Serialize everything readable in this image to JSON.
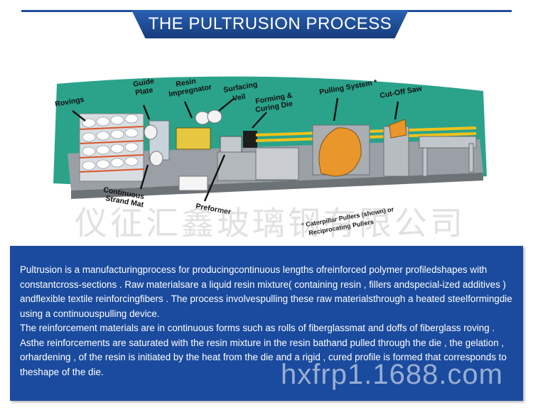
{
  "header": {
    "title": "THE PULTRUSION PROCESS",
    "accent_color": "#1f4e9a"
  },
  "diagram": {
    "labels": {
      "rovings": "Rovings",
      "guide_plate_1": "Guide",
      "guide_plate_2": "Plate",
      "resin_impregnator_1": "Resin",
      "resin_impregnator_2": "Impregnator",
      "surfacing_veil_1": "Surfacing",
      "surfacing_veil_2": "Veil",
      "forming_die_1": "Forming &",
      "forming_die_2": "Curing Die",
      "pulling_system": "Pulling System *",
      "cut_off_saw": "Cut-Off Saw",
      "strand_mat_1": "Continuous",
      "strand_mat_2": "Strand Mat",
      "preformer": "Preformer",
      "footnote_1": "* Caterpillar Pullers (shown) or",
      "footnote_2": "Reciprocating Pullers"
    },
    "colors": {
      "background": "#2aa38a",
      "base": "#8f9499",
      "rails": "#f1c21b",
      "puller": "#e9962a"
    }
  },
  "watermark": {
    "chinese": "仪征汇鑫玻璃钢有限公司",
    "url": "hxfrp1.1688.com"
  },
  "description": {
    "paragraph_1": "Pultrusion is a manufacturingprocess for producingcontinuous lengths ofreinforced polymer profiledshapes with constantcross-sections . Raw materialsare a liquid resin mixture( containing resin , fillers andspecial-ized additives ) andflexible textile reinforcingfibers . The process involvespulling these raw materialsthrough a heated steelformingdie using a continuouspulling device.",
    "paragraph_2": "The reinforcement materials are in continuous forms such as rolls of fiberglassmat and doffs of fiberglass roving . Asthe reinforcements are saturated with the resin mixture in the resin bathand pulled through the die , the gelation , orhardening , of the resin is initiated by the heat from the die and a rigid , cured profile is formed that corresponds to theshape of the die."
  }
}
